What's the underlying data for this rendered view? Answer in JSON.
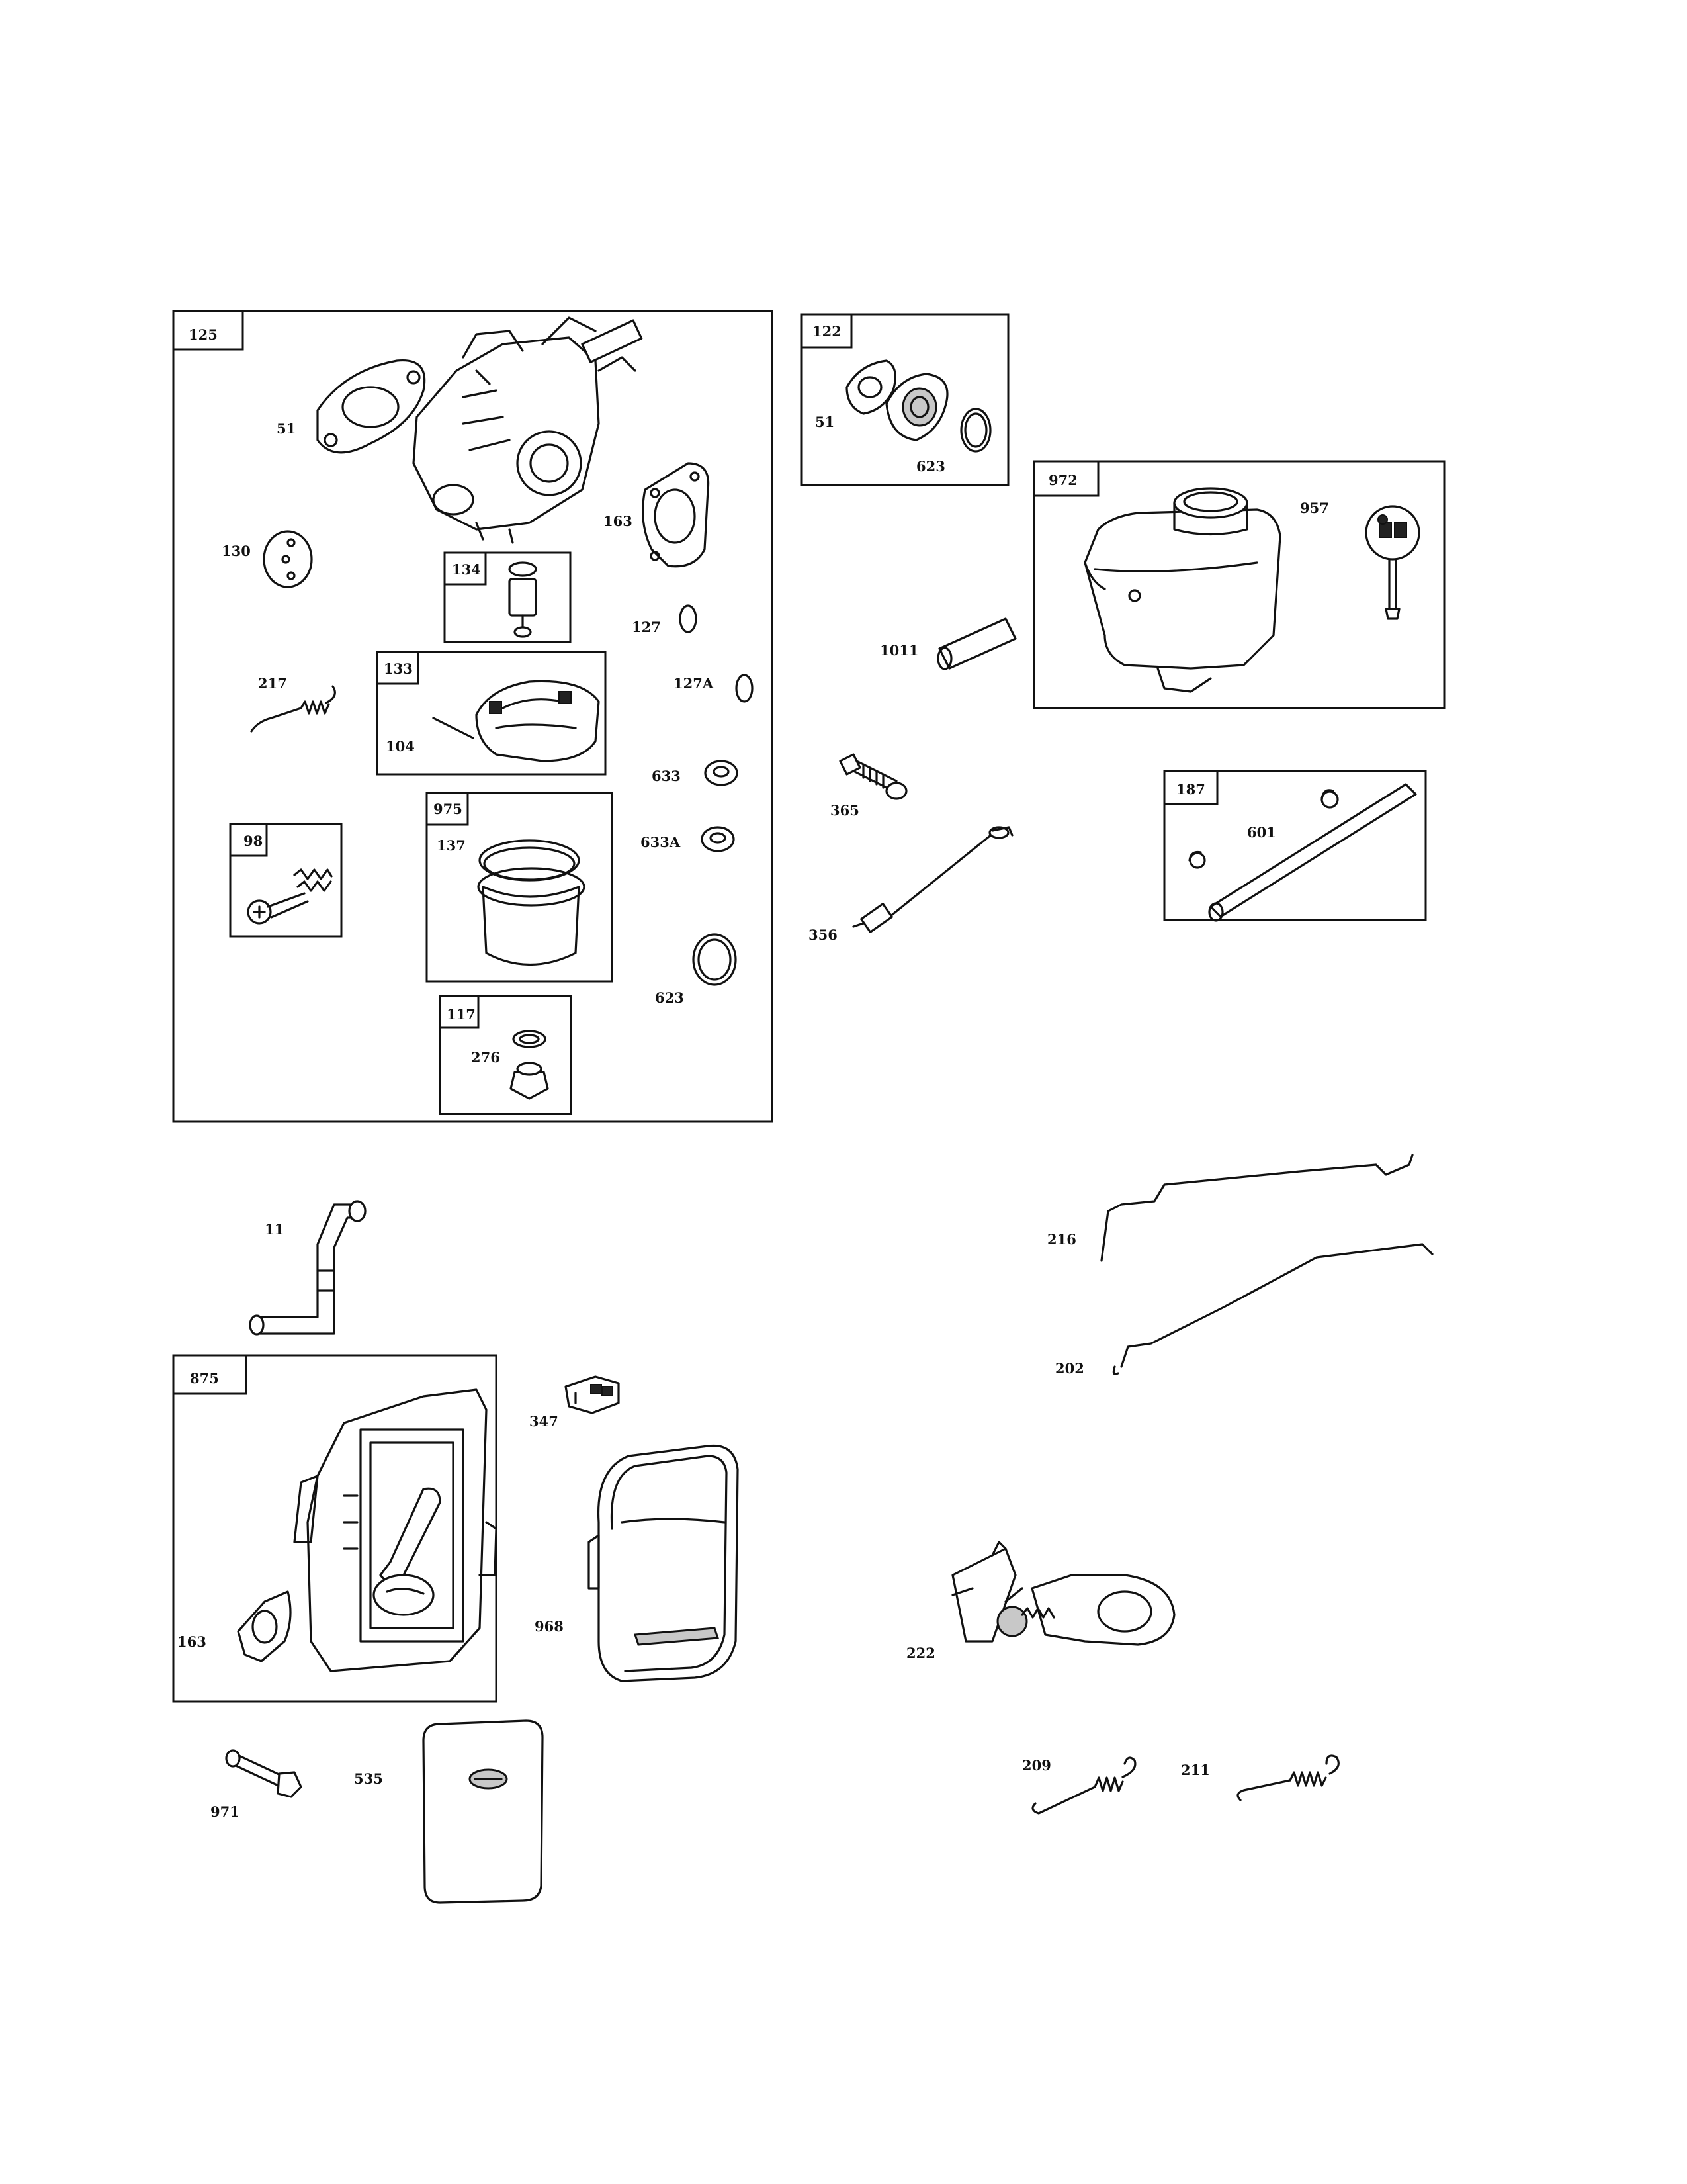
{
  "boxes": {
    "b125": "125",
    "b122": "122",
    "b972": "972",
    "b134": "134",
    "b133": "133",
    "b975": "975",
    "b98": "98",
    "b117": "117",
    "b187": "187",
    "b875": "875"
  },
  "labels": {
    "l51a": "51",
    "l51b": "51",
    "l623a": "623",
    "l623b": "623",
    "l957": "957",
    "l163a": "163",
    "l163b": "163",
    "l130": "130",
    "l127": "127",
    "l127A": "127A",
    "l1011": "1011",
    "l217": "217",
    "l104": "104",
    "l633": "633",
    "l633A": "633A",
    "l365": "365",
    "l137": "137",
    "l601": "601",
    "l356": "356",
    "l276": "276",
    "l11": "11",
    "l216": "216",
    "l202": "202",
    "l347": "347",
    "l968": "968",
    "l222": "222",
    "l209": "209",
    "l211": "211",
    "l535": "535",
    "l971": "971"
  }
}
